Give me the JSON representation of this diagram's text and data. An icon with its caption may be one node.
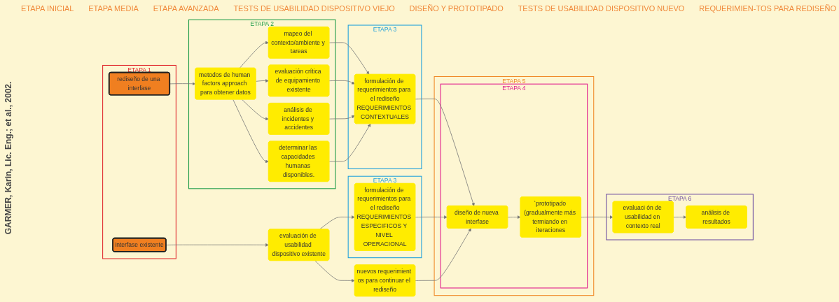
{
  "diagram": {
    "caption": "GARMER, Karin, Lic. Eng.; et al., 2002.",
    "nodes": [
      {
        "text": [
          "ETAPA 1"
        ]
      },
      {
        "text": [
          "interfase existente"
        ],
        "in": 0
      },
      {
        "text": [
          "rediseño de una interfase"
        ],
        "in": 0
      },
      {
        "text": [
          "ETAPA 2"
        ]
      },
      {
        "text": [
          "metodos de human factors approach para obtener datos"
        ],
        "in": 3
      },
      {
        "text": [
          "mapeo del contexto/ambiente y tareas"
        ],
        "in": 3
      },
      {
        "text": [
          "evaluación crítica de equipamiento existente"
        ],
        "in": 3
      },
      {
        "text": [
          "análisis de incidentes y accidentes"
        ],
        "in": 3
      },
      {
        "text": [
          "determinar las capacidades humanas disponibles."
        ],
        "in": 3
      },
      {
        "text": [
          "ETAPA 3"
        ]
      },
      {
        "text": [
          "formulación de requerimientos para el rediseño",
          "REQUERIMIENTOS CONTEXTUALES"
        ],
        "in": 9
      },
      {
        "text": [
          "evaluación de usabilidad dispositivo existente"
        ]
      },
      {
        "text": [
          "ETAPA 3"
        ]
      },
      {
        "text": [
          "formulación de requerimientos para el rediseño",
          "REQUERIMIENTOS ESPECIFICOS Y NIVEL OPERACIONAL"
        ],
        "in": 12
      },
      {
        "text": [
          "ETAPA 5"
        ]
      },
      {
        "text": [
          "ETAPA 4"
        ],
        "in": 14
      },
      {
        "text": [
          "diseño de nueva interfase"
        ],
        "in": 15
      },
      {
        "text": [
          "`prototipado (gradualmente más termiando en iteraciones"
        ],
        "in": 15
      },
      {
        "text": [
          "ETAPA 6"
        ]
      },
      {
        "text": [
          "evaluaci ón de usabilidad en contexto real"
        ],
        "in": 18
      },
      {
        "text": [
          "análisis de resultados"
        ],
        "in": 18
      },
      {
        "text": [
          "nuevos requerimient os para continuar el rediseño"
        ]
      }
    ],
    "edges": [
      {
        "from": 1,
        "to": 11,
        "arrow": "to"
      },
      {
        "from": 2,
        "to": 4,
        "arrow": "to"
      },
      {
        "from": 4,
        "to": 5,
        "arrow": "to"
      },
      {
        "from": 4,
        "to": 6,
        "arrow": "to"
      },
      {
        "from": 4,
        "to": 7,
        "arrow": "to"
      },
      {
        "from": 4,
        "to": 8,
        "arrow": "to"
      },
      {
        "from": 5,
        "to": 10,
        "arrow": "to"
      },
      {
        "from": 6,
        "to": 10,
        "arrow": "to"
      },
      {
        "from": 7,
        "to": 10,
        "arrow": "to"
      },
      {
        "from": 8,
        "to": 10,
        "arrow": "to"
      },
      {
        "from": 11,
        "to": 13,
        "arrow": "to"
      },
      {
        "from": 11,
        "to": 21,
        "arrow": "to"
      },
      {
        "from": 10,
        "to": 16,
        "arrow": "to"
      },
      {
        "from": 13,
        "to": 16,
        "arrow": "to"
      },
      {
        "from": 16,
        "to": 17,
        "arrow": "to"
      },
      {
        "from": 17,
        "to": 19,
        "arrow": "to"
      },
      {
        "from": 19,
        "to": 20,
        "arrow": "to"
      },
      {
        "from": 21,
        "to": 16,
        "arrow": "to"
      }
    ],
    "labels": [
      "ETAPA INICIAL",
      "ETAPA MEDIA",
      "ETAPA AVANZADA",
      "TESTS DE USABILIDAD DISPOSITIVO VIEJO",
      "DISEÑO Y PROTOTIPADO",
      "TESTS DE USABILIDAD DISPOSITIVO NUEVO",
      "REQUERIMIEN-TOS PARA REDISEÑO"
    ]
  }
}
